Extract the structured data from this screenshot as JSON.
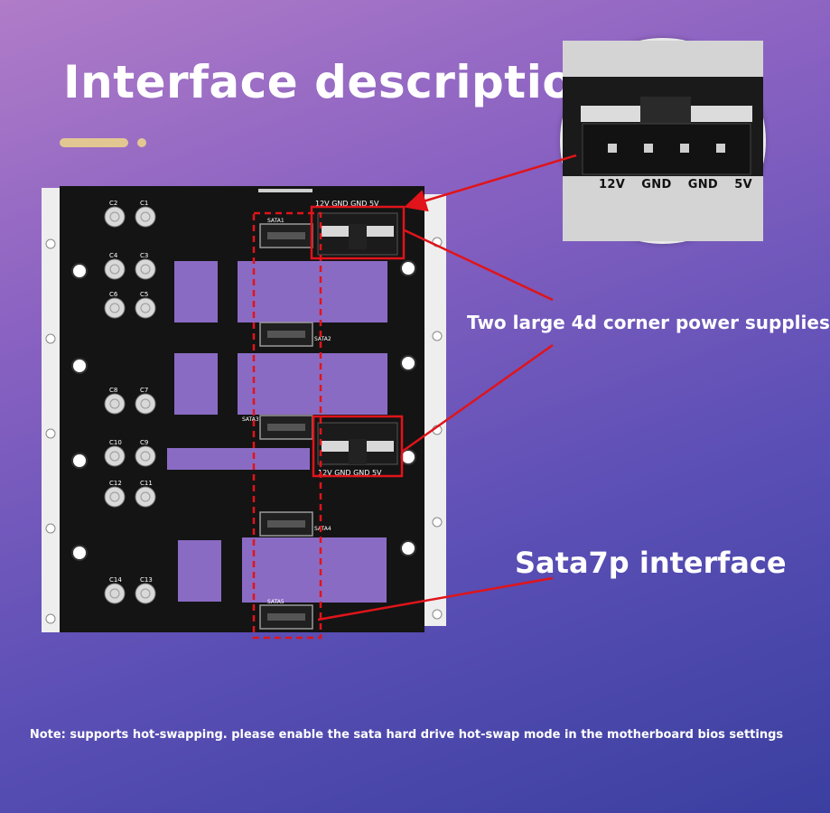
{
  "title": "Interface description",
  "labels": {
    "power": "Two large 4d corner power supplies",
    "sata": "Sata7p interface"
  },
  "note": "Note: supports hot-swapping. please enable the sata hard drive hot-swap mode in the motherboard bios settings",
  "zoom": {
    "pins": [
      "12V",
      "GND",
      "GND",
      "5V"
    ]
  },
  "board": {
    "capacitors": [
      "C2",
      "C1",
      "C4",
      "C3",
      "C6",
      "C5",
      "C8",
      "C7",
      "C10",
      "C9",
      "C12",
      "C11",
      "C14",
      "C13"
    ],
    "sata_ports": [
      "SATA1",
      "SATA2",
      "SATA3",
      "SATA4",
      "SATA5"
    ],
    "power_pins_top": "12V GND GND 5V",
    "power_pins_bottom": "12V GND GND 5V"
  },
  "colors": {
    "accent_gold": "#e3c792",
    "highlight_red": "#e0141a",
    "pcb_black": "#141414",
    "rail_white": "#eeeeee"
  }
}
